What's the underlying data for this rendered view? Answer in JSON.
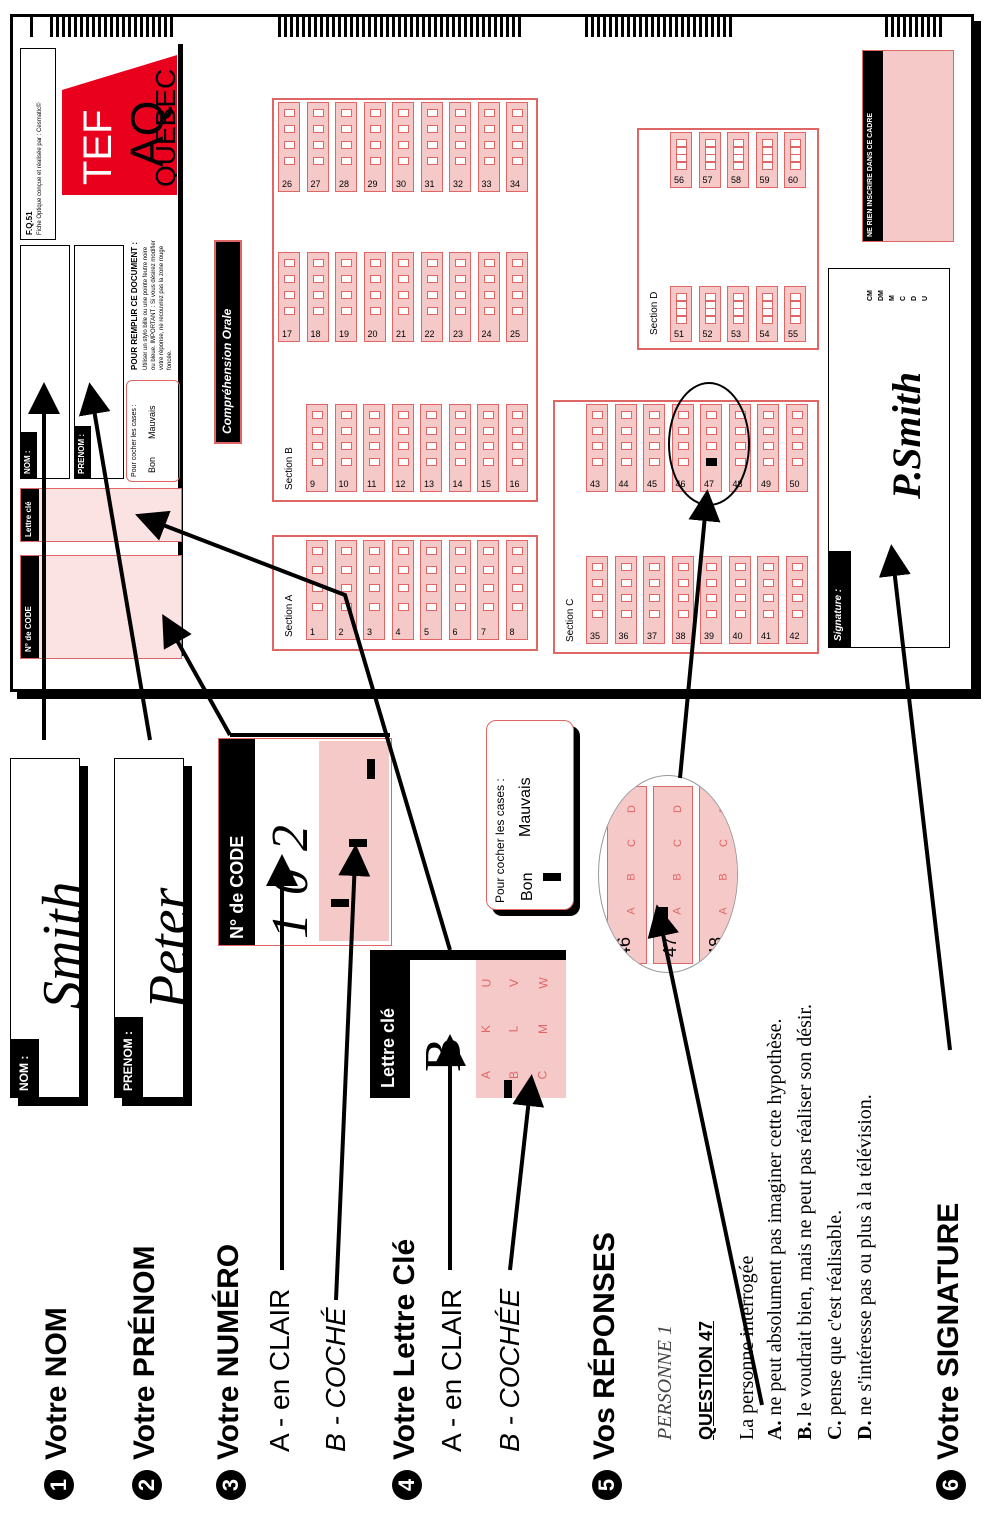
{
  "sheet": {
    "form_code": "F.Q.51",
    "form_note": "Fiche Optique conçue et réalisée par : Cesmatic©",
    "logo": {
      "line1": "TEF",
      "line2": "AQ",
      "line3": "QUEBEC",
      "red": "#e8001c"
    },
    "nom_label": "NOM :",
    "prenom_label": "PRENOM :",
    "instructions_title": "POUR REMPLIR CE DOCUMENT :",
    "instructions_text": "Utiliser un stylo bille ou une pointe feutre noire ou bleue. IMPORTANT : Si vous désirez modifier votre réponse, ne recouvrez pas la zone rouge foncée.",
    "cocher_title": "Pour cocher les cases :",
    "bon": "Bon",
    "mauvais": "Mauvais",
    "lettre_cle_label": "Lettre clé",
    "code_label": "N° de CODE",
    "test_name": "Compréhension Orale",
    "section_a": "Section A",
    "section_b": "Section B",
    "section_c": "Section C",
    "section_d": "Section D",
    "signature_label": "Signature :",
    "signature_value": "P.Smith",
    "admin_note": "NE RIEN INSCRIRE DANS CE CADRE",
    "admin_rows": [
      "CM",
      "DM",
      "M",
      "C",
      "D",
      "U"
    ]
  },
  "zoom": {
    "nom_label": "NOM :",
    "nom_value": "Smith",
    "prenom_label": "PRENOM :",
    "prenom_value": "Peter",
    "code_label": "N° de CODE",
    "code_value": "102",
    "cle_label": "Lettre clé",
    "cle_value": "B",
    "cle_options": [
      "A",
      "B",
      "C",
      "K",
      "L",
      "M",
      "U",
      "V",
      "W"
    ],
    "cocher_title": "Pour cocher les cases :",
    "bon": "Bon",
    "mauvais": "Mauvais",
    "answer_rows": [
      "46",
      "47",
      "48"
    ],
    "answer_options": [
      "A",
      "B",
      "C",
      "D"
    ]
  },
  "steps": [
    {
      "num": "1",
      "title": "Votre NOM"
    },
    {
      "num": "2",
      "title": "Votre PRÉNOM"
    },
    {
      "num": "3",
      "title": "Votre NUMÉRO",
      "sub_a": "A - en CLAIR",
      "sub_b": "B - COCHÉ"
    },
    {
      "num": "4",
      "title": "Votre Lettre Clé",
      "sub_a": "A - en CLAIR",
      "sub_b": "B - COCHÉE"
    },
    {
      "num": "5",
      "title": "Vos RÉPONSES"
    },
    {
      "num": "6",
      "title": "Votre SIGNATURE"
    }
  ],
  "question": {
    "person": "PERSONNE 1",
    "label": "QUESTION 47",
    "stem": "La personne interrogée",
    "options": [
      {
        "letter": "A.",
        "text": "ne peut absolument pas imaginer cette hypothèse."
      },
      {
        "letter": "B.",
        "text": "le voudrait bien, mais ne peut pas réaliser son désir."
      },
      {
        "letter": "C.",
        "text": "pense que c'est réalisable."
      },
      {
        "letter": "D.",
        "text": "ne s'intéresse pas ou plus à la télévision."
      }
    ]
  },
  "colors": {
    "pink": "#f6c9c9",
    "red_line": "#e06666",
    "black": "#000000"
  }
}
